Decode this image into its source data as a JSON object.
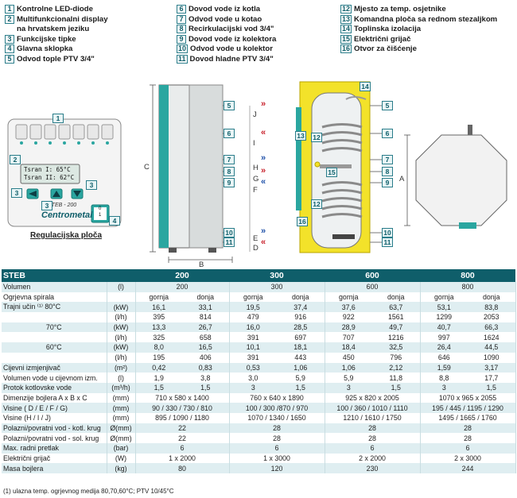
{
  "legend_col1": [
    {
      "n": "1",
      "t": "Kontrolne LED-diode"
    },
    {
      "n": "2",
      "t": "Multifunkcionalni display"
    },
    {
      "n": "",
      "t": "na hrvatskem jeziku"
    },
    {
      "n": "3",
      "t": "Funkcijske tipke"
    },
    {
      "n": "4",
      "t": "Glavna sklopka"
    },
    {
      "n": "5",
      "t": "Odvod tople PTV 3/4\""
    }
  ],
  "legend_col2": [
    {
      "n": "6",
      "t": "Dovod vode iz kotla"
    },
    {
      "n": "7",
      "t": "Odvod vode u kotao"
    },
    {
      "n": "8",
      "t": "Recirkulacijski vod 3/4\""
    },
    {
      "n": "9",
      "t": "Dovod vode iz kolektora"
    },
    {
      "n": "10",
      "t": "Odvod vode u kolektor"
    },
    {
      "n": "11",
      "t": "Dovod hladne PTV 3/4\""
    }
  ],
  "legend_col3": [
    {
      "n": "12",
      "t": "Mjesto za temp. osjetnike"
    },
    {
      "n": "13",
      "t": "Komandna ploča sa rednom stezaljkom"
    },
    {
      "n": "14",
      "t": "Toplinska izolacija"
    },
    {
      "n": "15",
      "t": "Električni grijač"
    },
    {
      "n": "16",
      "t": "Otvor za čišćenje"
    }
  ],
  "control_panel": {
    "caption": "Regulacijska ploča",
    "display_line1": "Tsran I:  65°C",
    "display_line2": "Tsran II: 62°C",
    "model": "STEB - 200",
    "brand": "Centrometal",
    "switch_0": "0",
    "switch_1": "1"
  },
  "dimension_letters": {
    "A": "A",
    "B": "B",
    "C": "C",
    "D": "D",
    "E": "E",
    "F": "F",
    "G": "G",
    "H": "H",
    "I": "I",
    "J": "J"
  },
  "table": {
    "header": {
      "model": "STEB",
      "sizes": [
        "200",
        "300",
        "600",
        "800"
      ]
    },
    "rows": [
      {
        "label": "Volumen",
        "unit": "(l)",
        "cells": [
          "200",
          "300",
          "600",
          "800"
        ],
        "span": true
      },
      {
        "label": "Ogrjevna spirala",
        "unit": "",
        "cells": [
          "gornja",
          "donja",
          "gornja",
          "donja",
          "gornja",
          "donja",
          "gornja",
          "donja"
        ]
      },
      {
        "label": "Trajni učin ⁽¹⁾  80°C",
        "unit": "(kW)",
        "cells": [
          "16,1",
          "33,1",
          "19,5",
          "37,4",
          "37,6",
          "63,7",
          "53,1",
          "83,8"
        ]
      },
      {
        "label": "",
        "unit": "(l/h)",
        "cells": [
          "395",
          "814",
          "479",
          "916",
          "922",
          "1561",
          "1299",
          "2053"
        ]
      },
      {
        "label": "70°C",
        "unit": "(kW)",
        "cells": [
          "13,3",
          "26,7",
          "16,0",
          "28,5",
          "28,9",
          "49,7",
          "40,7",
          "66,3"
        ],
        "indent": true
      },
      {
        "label": "",
        "unit": "(l/h)",
        "cells": [
          "325",
          "658",
          "391",
          "697",
          "707",
          "1216",
          "997",
          "1624"
        ]
      },
      {
        "label": "60°C",
        "unit": "(kW)",
        "cells": [
          "8,0",
          "16,5",
          "10,1",
          "18,1",
          "18,4",
          "32,5",
          "26,4",
          "44,5"
        ],
        "indent": true
      },
      {
        "label": "",
        "unit": "(l/h)",
        "cells": [
          "195",
          "406",
          "391",
          "443",
          "450",
          "796",
          "646",
          "1090"
        ]
      },
      {
        "label": "Cijevni izmjenjivač",
        "unit": "(m²)",
        "cells": [
          "0,42",
          "0,83",
          "0,53",
          "1,06",
          "1,06",
          "2,12",
          "1,59",
          "3,17"
        ]
      },
      {
        "label": "Volumen vode u cijevnom izm.",
        "unit": "(l)",
        "cells": [
          "1,9",
          "3,8",
          "3,0",
          "5,9",
          "5,9",
          "11,8",
          "8,8",
          "17,7"
        ]
      },
      {
        "label": "Protok kotlovske vode",
        "unit": "(m³/h)",
        "cells": [
          "1,5",
          "1,5",
          "3",
          "1,5",
          "3",
          "1,5",
          "3",
          "1,5"
        ]
      },
      {
        "label": "Dimenzije bojlera  A x B x C",
        "unit": "(mm)",
        "cells": [
          "710 x 580 x 1400",
          "760 x 640 x 1890",
          "925 x 820 x 2005",
          "1070 x 965 x 2055"
        ],
        "span": true
      },
      {
        "label": "Visine  ( D / E / F / G)",
        "unit": "(mm)",
        "cells": [
          "90 / 330 / 730 / 810",
          "100 / 300 /870 / 970",
          "100 / 360 / 1010 / 1110",
          "195 / 445 / 1195 / 1290"
        ],
        "span": true
      },
      {
        "label": "Visine  (H / I / J)",
        "unit": "(mm)",
        "cells": [
          "895 / 1090 / 1180",
          "1070 / 1340 / 1650",
          "1210 / 1610 / 1750",
          "1495 / 1665 / 1760"
        ],
        "span": true
      },
      {
        "label": "Polazni/povratni vod - kotl. krug",
        "unit": "Ø(mm)",
        "cells": [
          "22",
          "28",
          "28",
          "28"
        ],
        "span": true
      },
      {
        "label": "Polazni/povratni vod - sol. krug",
        "unit": "Ø(mm)",
        "cells": [
          "22",
          "28",
          "28",
          "28"
        ],
        "span": true
      },
      {
        "label": "Max. radni pretlak",
        "unit": "(bar)",
        "cells": [
          "6",
          "6",
          "6",
          "6"
        ],
        "span": true
      },
      {
        "label": "Električni grijač",
        "unit": "(W)",
        "cells": [
          "1 x 2000",
          "1 x 3000",
          "2 x 2000",
          "2 x 3000"
        ],
        "span": true
      },
      {
        "label": "Masa bojlera",
        "unit": "(kg)",
        "cells": [
          "80",
          "120",
          "230",
          "244"
        ],
        "span": true
      }
    ]
  },
  "footnote": "(1) ulazna temp. ogrjevnog medija 80,70,60°C; PTV 10/45°C",
  "colors": {
    "teal": "#0f5e6a",
    "accent": "#2aa6a0",
    "insulation": "#f3e22a",
    "hot_arrow": "#c8202b",
    "cold_arrow": "#1d4fa8"
  }
}
